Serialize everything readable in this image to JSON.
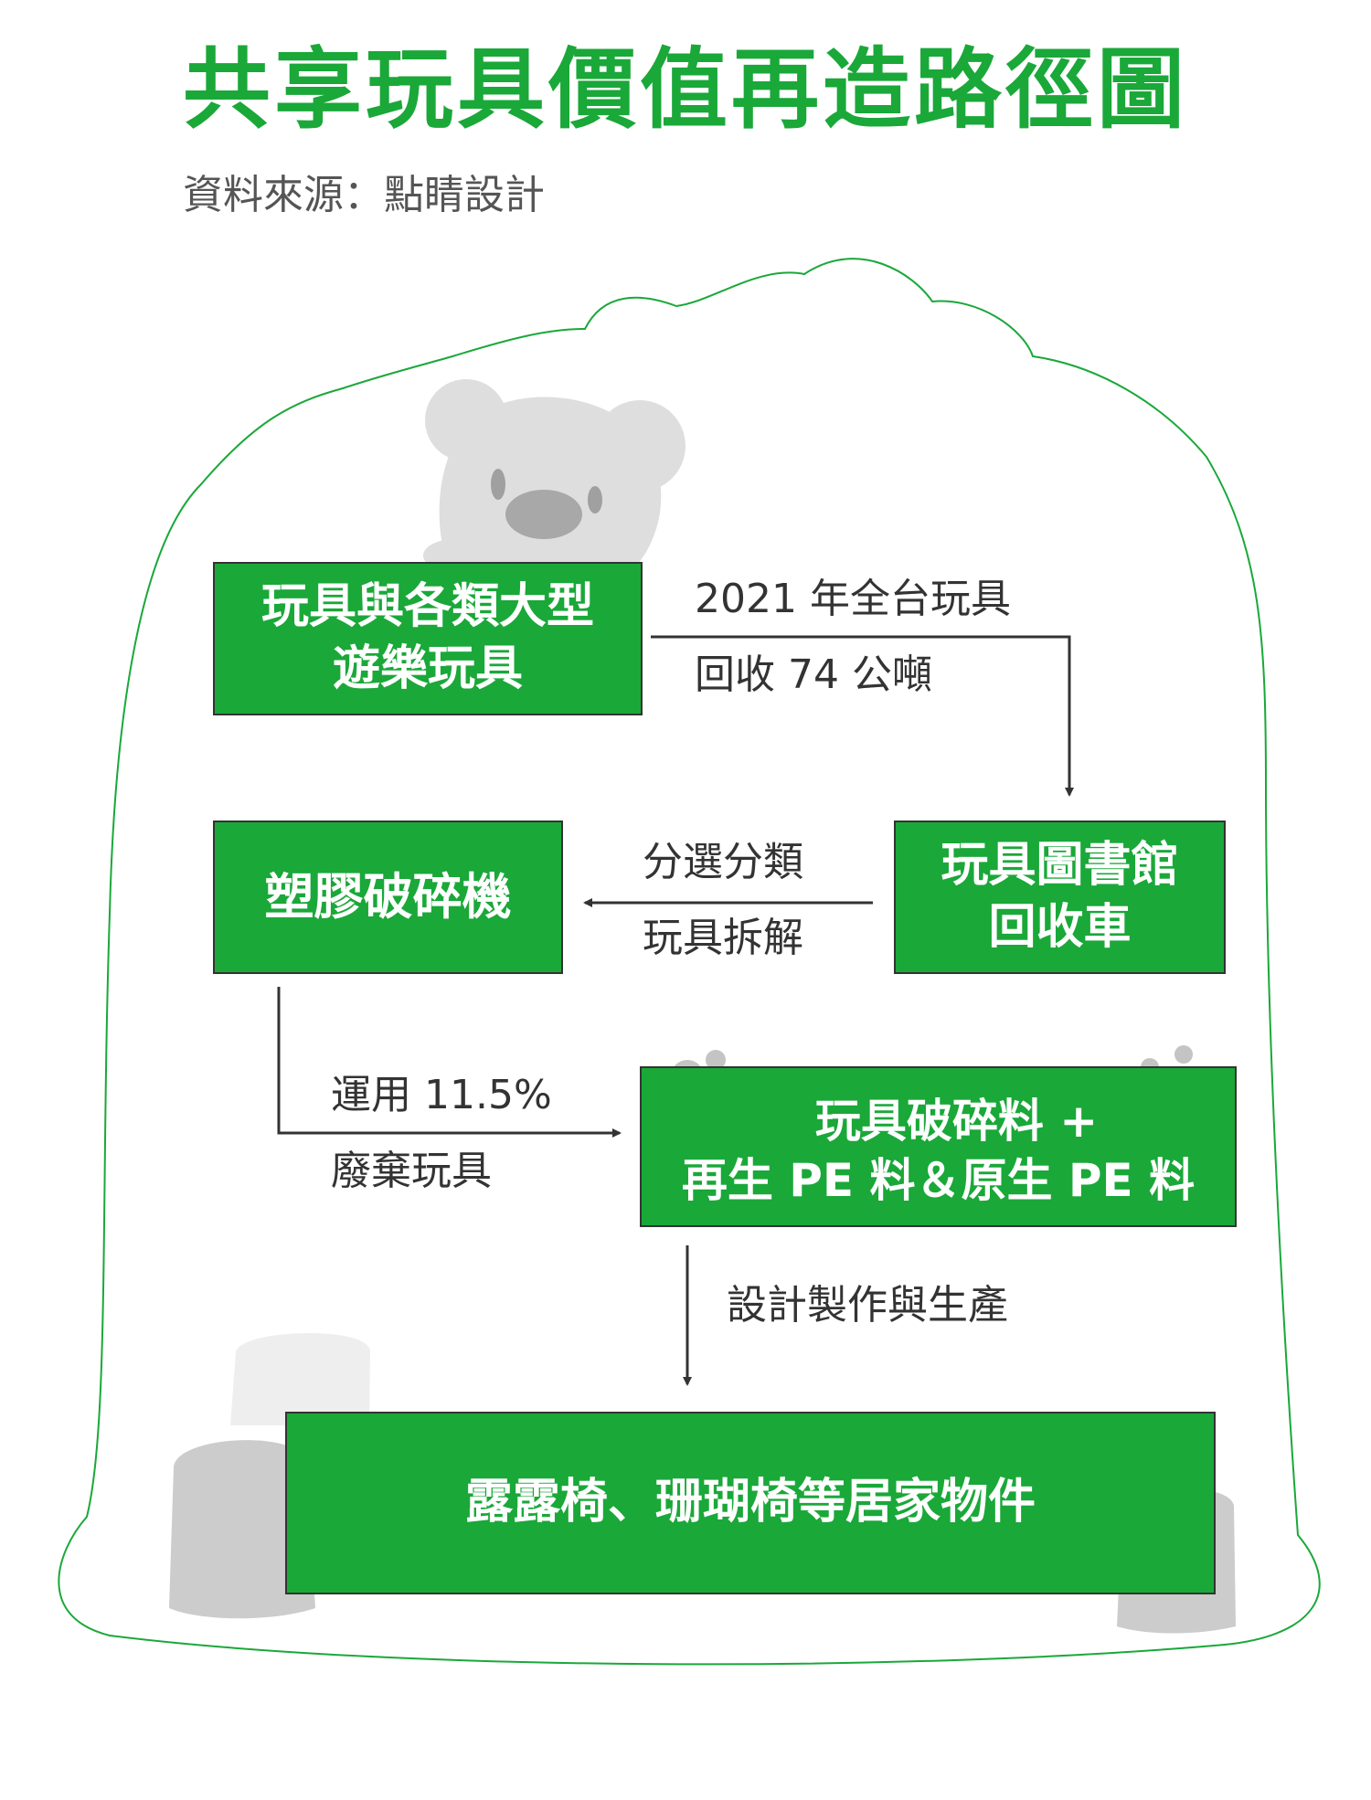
{
  "title": "共享玩具價值再造路徑圖",
  "source": "資料來源：點睛設計",
  "colors": {
    "accent": "#1aa839",
    "box_border": "#333333",
    "gray_illustration": "#cccccc",
    "bubble": "#c4c4c4"
  },
  "nodes": {
    "toys": {
      "line1": "玩具與各類大型",
      "line2": "遊樂玩具"
    },
    "truck": {
      "line1": "玩具圖書館",
      "line2": "回收車"
    },
    "shredder": {
      "line1": "塑膠破碎機"
    },
    "material": {
      "line1": "玩具破碎料 +",
      "line2": "再生 PE 料＆原生 PE 料"
    },
    "product": {
      "line1": "露露椅、珊瑚椅等居家物件"
    }
  },
  "edges": {
    "toys_to_truck": {
      "line1": "2021 年全台玩具",
      "line2": "回收 74 公噸"
    },
    "truck_to_shredder": {
      "line1": "分選分類",
      "line2": "玩具拆解"
    },
    "shredder_to_material": {
      "line1": "運用 11.5%",
      "line2": "廢棄玩具"
    },
    "material_to_product": {
      "line1": "設計製作與生產"
    }
  },
  "illustrations": [
    "bear-icon",
    "stool-icon",
    "plastic-pellets-icon"
  ]
}
